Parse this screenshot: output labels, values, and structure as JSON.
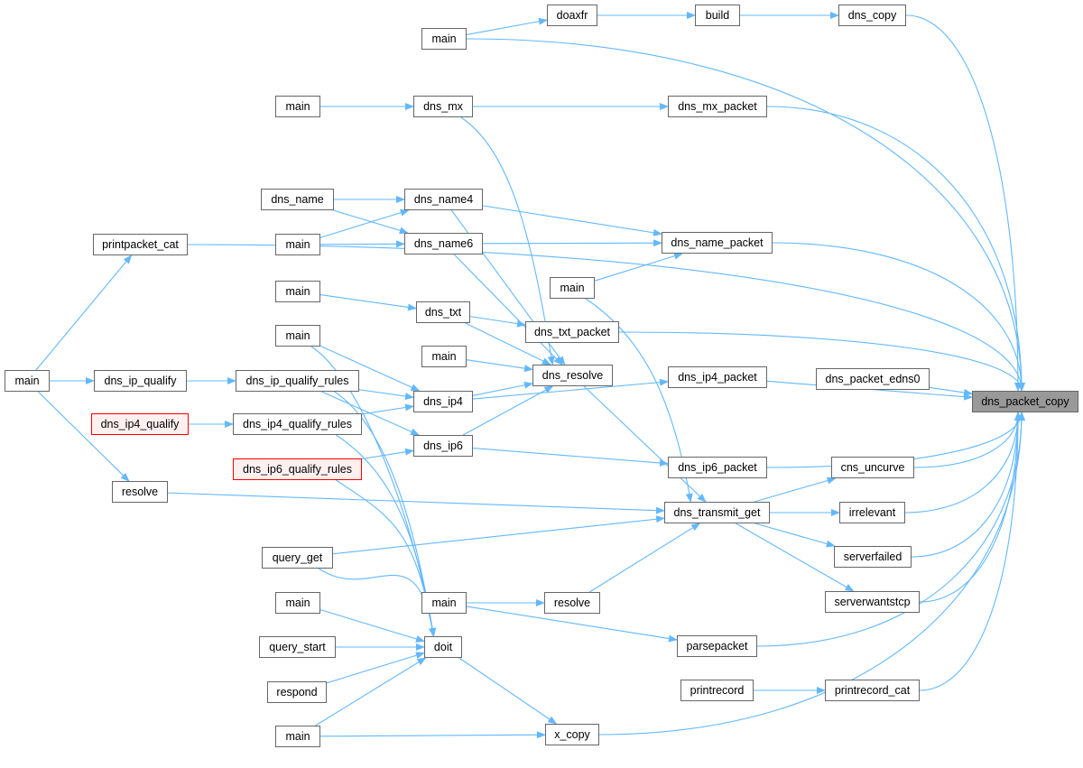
{
  "graph": {
    "edge_color": "#63b8ff",
    "focus_node": "dns_packet_copy",
    "nodes": {
      "main_a": "main",
      "doaxfr": "doaxfr",
      "build": "build",
      "dns_copy": "dns_copy",
      "main_b": "main",
      "dns_mx": "dns_mx",
      "dns_mx_packet": "dns_mx_packet",
      "printpacket_cat": "printpacket_cat",
      "dns_name": "dns_name",
      "dns_name4": "dns_name4",
      "main_c": "main",
      "dns_name6": "dns_name6",
      "dns_name_packet": "dns_name_packet",
      "main_d": "main",
      "main_e": "main",
      "dns_txt": "dns_txt",
      "dns_txt_packet": "dns_txt_packet",
      "main_f": "main",
      "main_g": "main",
      "dns_resolve": "dns_resolve",
      "dns_ip4_packet": "dns_ip4_packet",
      "dns_packet_edns0": "dns_packet_edns0",
      "dns_packet_copy": "dns_packet_copy",
      "main_h": "main",
      "dns_ip_qualify": "dns_ip_qualify",
      "dns_ip_qualify_rules": "dns_ip_qualify_rules",
      "dns_ip4": "dns_ip4",
      "dns_ip4_qualify": "dns_ip4_qualify",
      "dns_ip4_qualify_rules": "dns_ip4_qualify_rules",
      "dns_ip6": "dns_ip6",
      "dns_ip6_packet": "dns_ip6_packet",
      "cns_uncurve": "cns_uncurve",
      "dns_ip6_qualify_rules": "dns_ip6_qualify_rules",
      "resolve_a": "resolve",
      "dns_transmit_get": "dns_transmit_get",
      "irrelevant": "irrelevant",
      "query_get": "query_get",
      "serverfailed": "serverfailed",
      "resolve_b": "resolve",
      "main_i": "main",
      "serverwantstcp": "serverwantstcp",
      "main_j": "main",
      "doit": "doit",
      "query_start": "query_start",
      "parsepacket": "parsepacket",
      "respond": "respond",
      "printrecord": "printrecord",
      "printrecord_cat": "printrecord_cat",
      "main_k": "main",
      "x_copy": "x_copy"
    },
    "red_nodes": [
      "dns_ip4_qualify",
      "dns_ip6_qualify_rules"
    ],
    "edges": [
      [
        "main_a",
        "doaxfr"
      ],
      [
        "doaxfr",
        "build"
      ],
      [
        "build",
        "dns_copy"
      ],
      [
        "dns_copy",
        "dns_packet_copy"
      ],
      [
        "main_a",
        "dns_packet_copy"
      ],
      [
        "main_b",
        "dns_mx"
      ],
      [
        "dns_mx",
        "dns_mx_packet"
      ],
      [
        "dns_mx_packet",
        "dns_packet_copy"
      ],
      [
        "dns_mx",
        "dns_resolve"
      ],
      [
        "printpacket_cat",
        "dns_packet_copy"
      ],
      [
        "dns_name",
        "dns_name4"
      ],
      [
        "dns_name",
        "dns_name6"
      ],
      [
        "main_c",
        "dns_name4"
      ],
      [
        "main_c",
        "dns_name6"
      ],
      [
        "dns_name4",
        "dns_name_packet"
      ],
      [
        "dns_name6",
        "dns_name_packet"
      ],
      [
        "dns_name4",
        "dns_resolve"
      ],
      [
        "dns_name6",
        "dns_resolve"
      ],
      [
        "main_d",
        "dns_name_packet"
      ],
      [
        "dns_name_packet",
        "dns_packet_copy"
      ],
      [
        "main_d",
        "dns_transmit_get"
      ],
      [
        "main_e",
        "dns_txt"
      ],
      [
        "dns_txt",
        "dns_txt_packet"
      ],
      [
        "dns_txt",
        "dns_resolve"
      ],
      [
        "dns_txt_packet",
        "dns_packet_copy"
      ],
      [
        "main_f",
        "dns_ip4"
      ],
      [
        "main_f",
        "doit"
      ],
      [
        "main_g",
        "dns_resolve"
      ],
      [
        "dns_ip4",
        "dns_resolve"
      ],
      [
        "dns_ip6",
        "dns_resolve"
      ],
      [
        "dns_ip4",
        "dns_ip4_packet"
      ],
      [
        "dns_ip4_packet",
        "dns_packet_copy"
      ],
      [
        "dns_packet_edns0",
        "dns_packet_copy"
      ],
      [
        "main_h",
        "printpacket_cat"
      ],
      [
        "main_h",
        "dns_ip_qualify"
      ],
      [
        "main_h",
        "resolve_a"
      ],
      [
        "dns_ip_qualify",
        "dns_ip_qualify_rules"
      ],
      [
        "dns_ip_qualify_rules",
        "dns_ip4"
      ],
      [
        "dns_ip_qualify_rules",
        "dns_ip6"
      ],
      [
        "dns_ip_qualify_rules",
        "doit"
      ],
      [
        "dns_ip4_qualify",
        "dns_ip4_qualify_rules"
      ],
      [
        "dns_ip4_qualify_rules",
        "dns_ip4"
      ],
      [
        "dns_ip4_qualify_rules",
        "doit"
      ],
      [
        "dns_ip6_qualify_rules",
        "dns_ip6"
      ],
      [
        "dns_ip6_qualify_rules",
        "doit"
      ],
      [
        "dns_ip6",
        "dns_ip6_packet"
      ],
      [
        "dns_ip6_packet",
        "dns_packet_copy"
      ],
      [
        "dns_resolve",
        "dns_transmit_get"
      ],
      [
        "resolve_a",
        "dns_transmit_get"
      ],
      [
        "query_get",
        "dns_transmit_get"
      ],
      [
        "query_get",
        "doit"
      ],
      [
        "resolve_b",
        "dns_transmit_get"
      ],
      [
        "main_i",
        "resolve_b"
      ],
      [
        "main_i",
        "parsepacket"
      ],
      [
        "dns_transmit_get",
        "cns_uncurve"
      ],
      [
        "dns_transmit_get",
        "irrelevant"
      ],
      [
        "dns_transmit_get",
        "serverfailed"
      ],
      [
        "dns_transmit_get",
        "serverwantstcp"
      ],
      [
        "cns_uncurve",
        "dns_packet_copy"
      ],
      [
        "irrelevant",
        "dns_packet_copy"
      ],
      [
        "serverfailed",
        "dns_packet_copy"
      ],
      [
        "serverwantstcp",
        "dns_packet_copy"
      ],
      [
        "main_j",
        "doit"
      ],
      [
        "query_start",
        "doit"
      ],
      [
        "respond",
        "doit"
      ],
      [
        "main_k",
        "doit"
      ],
      [
        "main_k",
        "x_copy"
      ],
      [
        "doit",
        "x_copy"
      ],
      [
        "parsepacket",
        "dns_packet_copy"
      ],
      [
        "printrecord",
        "printrecord_cat"
      ],
      [
        "printrecord_cat",
        "dns_packet_copy"
      ],
      [
        "x_copy",
        "dns_packet_copy"
      ]
    ]
  }
}
